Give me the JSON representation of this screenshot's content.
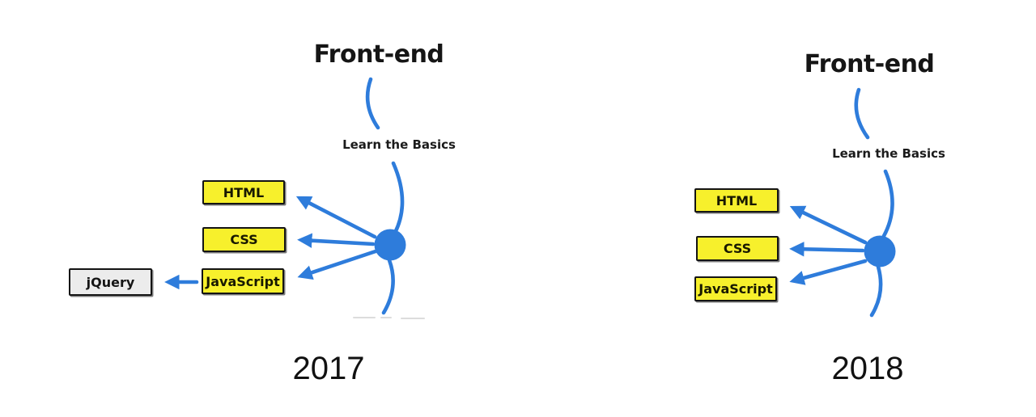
{
  "colors": {
    "accent_blue": "#2e7cdb",
    "box_yellow": "#f7f02c",
    "box_gray": "#ececec",
    "box_border": "#141414",
    "text_dark": "#151515"
  },
  "diagrams": [
    {
      "title": "Front-end",
      "subtitle": "Learn the Basics",
      "year": "2017",
      "boxes": [
        {
          "label": "HTML"
        },
        {
          "label": "CSS"
        },
        {
          "label": "JavaScript"
        },
        {
          "label": "jQuery"
        }
      ]
    },
    {
      "title": "Front-end",
      "subtitle": "Learn the Basics",
      "year": "2018",
      "boxes": [
        {
          "label": "HTML"
        },
        {
          "label": "CSS"
        },
        {
          "label": "JavaScript"
        }
      ]
    }
  ]
}
